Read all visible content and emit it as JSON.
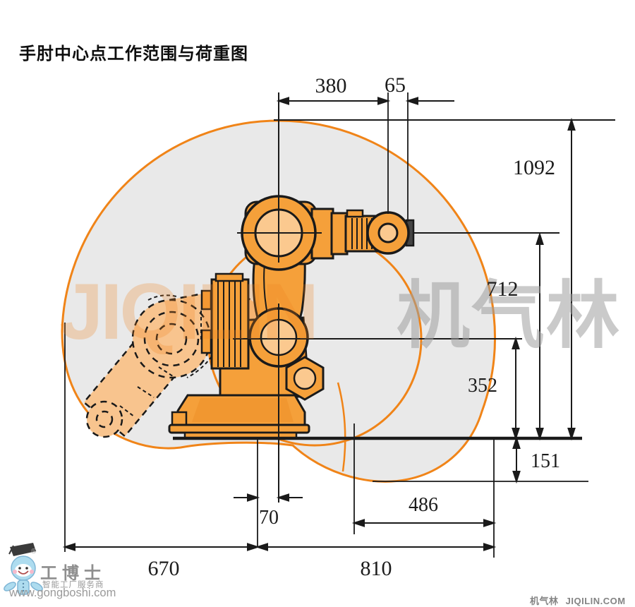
{
  "title": "手肘中心点工作范围与荷重图",
  "dims": {
    "d380": "380",
    "d65": "65",
    "d1092": "1092",
    "d712": "712",
    "d352": "352",
    "d151": "151",
    "d486": "486",
    "d70": "70",
    "d670": "670",
    "d810": "810"
  },
  "watermark": {
    "brand_latin": "JIQILIN",
    "brand_cjk": "机气林"
  },
  "footer_right": {
    "brand": "机气林",
    "site": "JIQILIN.COM"
  },
  "logo_gongboshi": {
    "name": "工博士",
    "tagline": "智能工厂服务商",
    "url": "www.gongboshi.com",
    "registered": "®"
  },
  "colors": {
    "robot_orange": "#F5A03A",
    "robot_light": "#FBC98F",
    "robot_shade": "#E8851E",
    "outline": "#1A1A1A",
    "envelope_fill": "#E9E9E9",
    "envelope_stroke": "#F08418",
    "watermark_orange": "rgba(240,130,30,0.26)",
    "watermark_gray": "#C6C6C6"
  }
}
